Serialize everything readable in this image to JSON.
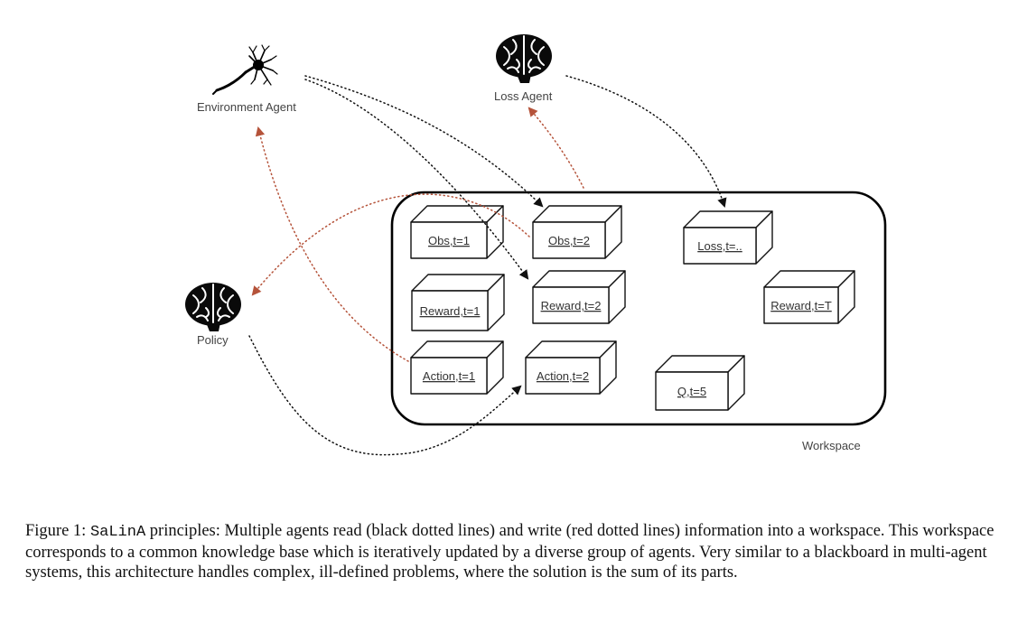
{
  "agents": {
    "environment": {
      "label": "Environment Agent",
      "icon": "neuron-icon"
    },
    "loss": {
      "label": "Loss Agent",
      "icon": "brain-icon"
    },
    "policy": {
      "label": "Policy",
      "icon": "brain-icon"
    }
  },
  "workspace": {
    "label": "Workspace",
    "boxes": [
      {
        "id": "obs1",
        "label": "Obs,t=1"
      },
      {
        "id": "obs2",
        "label": "Obs,t=2"
      },
      {
        "id": "loss",
        "label": "Loss,t=.."
      },
      {
        "id": "reward1",
        "label": "Reward,t=1"
      },
      {
        "id": "reward2",
        "label": "Reward,t=2"
      },
      {
        "id": "rewardT",
        "label": "Reward,t=T"
      },
      {
        "id": "action1",
        "label": "Action,t=1"
      },
      {
        "id": "action2",
        "label": "Action,t=2"
      },
      {
        "id": "q5",
        "label": "Q,t=5"
      }
    ]
  },
  "colors": {
    "read": "#111111",
    "write": "#b5533a"
  },
  "caption": {
    "prefix": "Figure 1: ",
    "name": "SaLinA",
    "text": " principles: Multiple agents read (black dotted lines) and write (red dotted lines) information into a workspace. This workspace corresponds to a common knowledge base which is iteratively updated by a diverse group of agents. Very similar to a blackboard in multi-agent systems, this architecture handles complex, ill-defined problems, where the solution is the sum of its parts."
  }
}
